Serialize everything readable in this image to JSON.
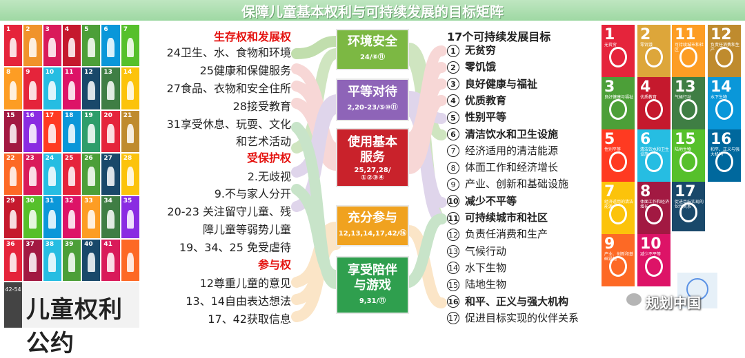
{
  "header": {
    "title": "保障儿童基本权利与可持续发展的目标矩阵"
  },
  "crc": {
    "title": "儿童权利公约",
    "badge": "42-54",
    "tiles": [
      {
        "n": "1",
        "color": "#e5243b"
      },
      {
        "n": "2",
        "color": "#f0932b"
      },
      {
        "n": "3",
        "color": "#d91a5a"
      },
      {
        "n": "4",
        "color": "#c5192d"
      },
      {
        "n": "5",
        "color": "#4c9f38"
      },
      {
        "n": "6",
        "color": "#0a97d9"
      },
      {
        "n": "7",
        "color": "#56c02b"
      },
      {
        "n": "8",
        "color": "#fd9d24"
      },
      {
        "n": "9",
        "color": "#e5243b"
      },
      {
        "n": "10",
        "color": "#26bde2"
      },
      {
        "n": "11",
        "color": "#dd1367"
      },
      {
        "n": "12",
        "color": "#19486a"
      },
      {
        "n": "13",
        "color": "#3f7e44"
      },
      {
        "n": "14",
        "color": "#fcc30b"
      },
      {
        "n": "15",
        "color": "#a21942"
      },
      {
        "n": "16",
        "color": "#8a2be2"
      },
      {
        "n": "17",
        "color": "#ff3a21"
      },
      {
        "n": "18",
        "color": "#0a97d9"
      },
      {
        "n": "19",
        "color": "#2e9e6b"
      },
      {
        "n": "20",
        "color": "#e5243b"
      },
      {
        "n": "21",
        "color": "#bf8b2e"
      },
      {
        "n": "22",
        "color": "#fd6925"
      },
      {
        "n": "23",
        "color": "#d91a5a"
      },
      {
        "n": "24",
        "color": "#26bde2"
      },
      {
        "n": "25",
        "color": "#e5243b"
      },
      {
        "n": "26",
        "color": "#4c9f38"
      },
      {
        "n": "27",
        "color": "#19486a"
      },
      {
        "n": "28",
        "color": "#fcc30b"
      },
      {
        "n": "29",
        "color": "#c5192d"
      },
      {
        "n": "30",
        "color": "#56c02b"
      },
      {
        "n": "31",
        "color": "#0a97d9"
      },
      {
        "n": "32",
        "color": "#dd1367"
      },
      {
        "n": "33",
        "color": "#fd9d24"
      },
      {
        "n": "34",
        "color": "#3f7e44"
      },
      {
        "n": "35",
        "color": "#8a2be2"
      },
      {
        "n": "36",
        "color": "#e5243b"
      },
      {
        "n": "37",
        "color": "#a21942"
      },
      {
        "n": "38",
        "color": "#26bde2"
      },
      {
        "n": "39",
        "color": "#4c9f38"
      },
      {
        "n": "40",
        "color": "#19486a"
      },
      {
        "n": "41",
        "color": "#d91a5a"
      },
      {
        "n": "",
        "color": "#fd6925"
      }
    ]
  },
  "rights": {
    "survival": {
      "title": "生存权和发展权",
      "items": [
        "24卫生、水、食物和环境",
        "25健康和保健服务",
        "27食品、衣物和安全住所",
        "28接受教育",
        "31享受休息、玩耍、文化",
        "和艺术活动"
      ]
    },
    "protection": {
      "title": "受保护权",
      "items": [
        "2.无歧视",
        "9.不与家人分开",
        "20-23 关注留守儿童、残",
        "障儿童等弱势儿童",
        "19、34、25 免受虐待"
      ]
    },
    "participation": {
      "title": "参与权",
      "items": [
        "12尊重儿童的意见",
        "13、14自由表达想法",
        "17、42获取信息"
      ]
    }
  },
  "dimensions": [
    {
      "title": "环境安全",
      "codes": "24/⑥⑪",
      "color": "#7cb843"
    },
    {
      "title": "平等对待",
      "codes": "2,20-23/⑤⑩⑪",
      "color": "#8e64b8"
    },
    {
      "title": "使用基本服务",
      "codes": "25,27,28/①②③④",
      "color": "#c9222b"
    },
    {
      "title": "充分参与",
      "codes": "12,13,14,17,42/⑯",
      "color": "#f0a21f"
    },
    {
      "title": "享受陪伴与游戏",
      "codes": "9,31/⑪",
      "color": "#2f9f4e"
    }
  ],
  "sdg_list": {
    "title": "17个可持续发展目标",
    "items": [
      {
        "num": "1",
        "name": "无贫穷",
        "bold": true
      },
      {
        "num": "2",
        "name": "零饥饿",
        "bold": true
      },
      {
        "num": "3",
        "name": "良好健康与福祉",
        "bold": true
      },
      {
        "num": "4",
        "name": "优质教育",
        "bold": true
      },
      {
        "num": "5",
        "name": "性别平等",
        "bold": true
      },
      {
        "num": "6",
        "name": "清洁饮水和卫生设施",
        "bold": true
      },
      {
        "num": "7",
        "name": "经济适用的清洁能源",
        "bold": false
      },
      {
        "num": "8",
        "name": "体面工作和经济增长",
        "bold": false
      },
      {
        "num": "9",
        "name": "产业、创新和基础设施",
        "bold": false
      },
      {
        "num": "10",
        "name": "减少不平等",
        "bold": true
      },
      {
        "num": "11",
        "name": "可持续城市和社区",
        "bold": true
      },
      {
        "num": "12",
        "name": "负责任消费和生产",
        "bold": false
      },
      {
        "num": "13",
        "name": "气候行动",
        "bold": false
      },
      {
        "num": "14",
        "name": "水下生物",
        "bold": false
      },
      {
        "num": "15",
        "name": "陆地生物",
        "bold": false
      },
      {
        "num": "16",
        "name": "和平、正义与强大机构",
        "bold": true
      },
      {
        "num": "17",
        "name": "促进目标实现的伙伴关系",
        "bold": false
      }
    ]
  },
  "sdg_tiles": [
    {
      "n": "1",
      "sub": "无贫穷",
      "color": "#e5243b"
    },
    {
      "n": "2",
      "sub": "零饥饿",
      "color": "#dda63a"
    },
    {
      "n": "3",
      "sub": "良好健康与福祉",
      "color": "#4c9f38"
    },
    {
      "n": "4",
      "sub": "优质教育",
      "color": "#c5192d"
    },
    {
      "n": "5",
      "sub": "性别平等",
      "color": "#ff3a21"
    },
    {
      "n": "6",
      "sub": "清洁饮水和卫生设施",
      "color": "#26bde2"
    },
    {
      "n": "7",
      "sub": "经济适用的清洁能源",
      "color": "#fcc30b"
    },
    {
      "n": "8",
      "sub": "体面工作和经济增长",
      "color": "#a21942"
    },
    {
      "n": "9",
      "sub": "产业、创新和基础设施",
      "color": "#fd6925"
    },
    {
      "n": "10",
      "sub": "减少不平等",
      "color": "#dd1367"
    },
    {
      "n": "11",
      "sub": "可持续城市和社区",
      "color": "#fd9d24"
    },
    {
      "n": "12",
      "sub": "负责任消费和生产",
      "color": "#bf8b2e"
    },
    {
      "n": "13",
      "sub": "气候行动",
      "color": "#3f7e44"
    },
    {
      "n": "14",
      "sub": "水下生物",
      "color": "#0a97d9"
    },
    {
      "n": "15",
      "sub": "陆地生物",
      "color": "#56c02b"
    },
    {
      "n": "16",
      "sub": "和平、正义与强大机构",
      "color": "#00689d"
    },
    {
      "n": "17",
      "sub": "促进目标实现的伙伴关系",
      "color": "#19486a"
    }
  ],
  "watermark": {
    "text": "规划中国"
  }
}
